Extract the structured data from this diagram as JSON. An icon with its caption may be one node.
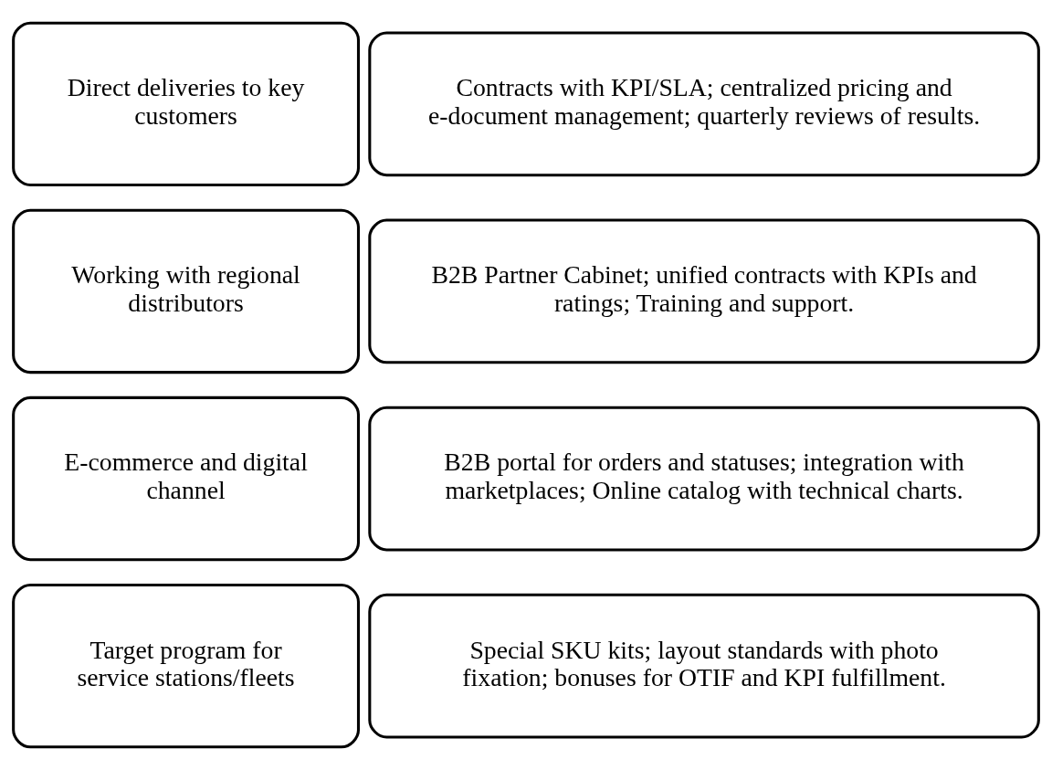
{
  "diagram": {
    "nodes": [
      {
        "text": [
          "Direct deliveries to key customers"
        ]
      },
      {
        "text": [
          "Contracts with KPI/SLA; centralized pricing and e-document management; quarterly reviews of results."
        ]
      },
      {
        "text": [
          "Working with regional distributors"
        ]
      },
      {
        "text": [
          "B2B Partner Cabinet; unified contracts with KPIs and ratings; Training and support."
        ]
      },
      {
        "text": [
          "E-commerce and digital channel"
        ]
      },
      {
        "text": [
          "B2B portal for orders and statuses; integration with marketplaces; Online catalog with technical charts."
        ]
      },
      {
        "text": [
          "Target program for service stations/fleets"
        ]
      },
      {
        "text": [
          "Special SKU kits; layout standards with photo fixation; bonuses for OTIF and KPI fulfillment."
        ]
      }
    ]
  }
}
